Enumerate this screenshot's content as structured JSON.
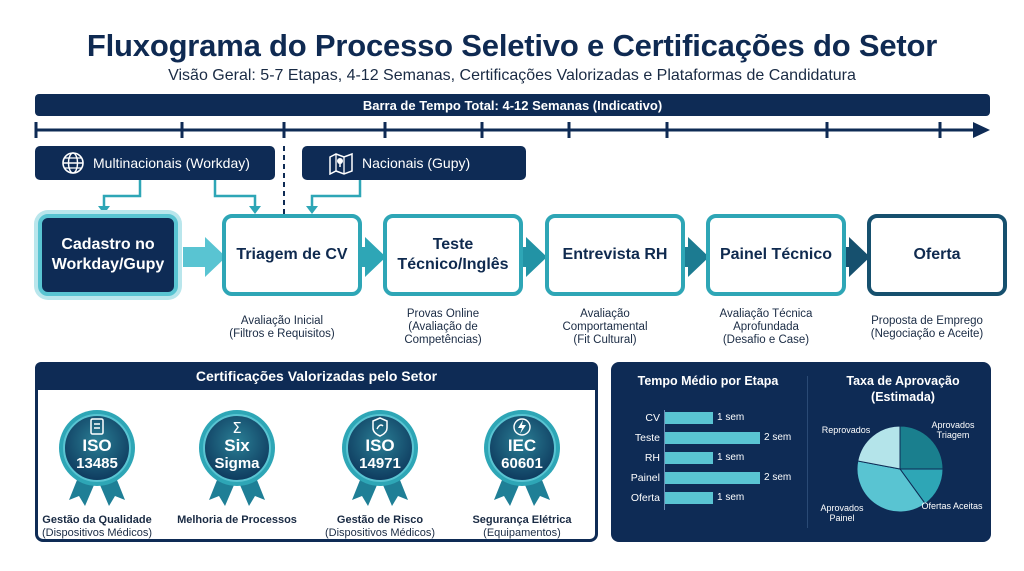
{
  "header": {
    "title": "Fluxograma do Processo Seletivo e Certificações do Setor",
    "subtitle": "Visão Geral: 5-7 Etapas, 4-12 Semanas, Certificações Valorizadas e Plataformas de Candidatura"
  },
  "timeline": {
    "label": "Barra de Tempo Total: 4-12 Semanas (Indicativo)"
  },
  "platforms": [
    {
      "label": "Multinacionais (Workday)",
      "icon": "globe-icon"
    },
    {
      "label": "Nacionais (Gupy)",
      "icon": "map-icon"
    }
  ],
  "steps": [
    {
      "title": "Cadastro no Workday/Gupy",
      "desc": []
    },
    {
      "title": "Triagem de CV",
      "desc": [
        "Avaliação Inicial",
        "(Filtros e Requisitos)"
      ]
    },
    {
      "title": "Teste Técnico/Inglês",
      "desc": [
        "Provas Online",
        "(Avaliação de",
        "Competências)"
      ]
    },
    {
      "title": "Entrevista RH",
      "desc": [
        "Avaliação",
        "Comportamental",
        "(Fit Cultural)"
      ]
    },
    {
      "title": "Painel Técnico",
      "desc": [
        "Avaliação Técnica",
        "Aprofundada",
        "(Desafio e Case)"
      ]
    },
    {
      "title": "Oferta",
      "desc": [
        "Proposta de Emprego",
        "(Negociação e Aceite)"
      ]
    }
  ],
  "certifications": {
    "header": "Certificações Valorizadas pelo Setor",
    "items": [
      {
        "line1": "ISO",
        "line2": "13485",
        "icon": "clipboard-icon",
        "label": "Gestão da Qualidade",
        "sub": "(Dispositivos Médicos)"
      },
      {
        "line1": "Six",
        "line2": "Sigma",
        "icon": "sigma-icon",
        "label": "Melhoria de Processos",
        "sub": ""
      },
      {
        "line1": "ISO",
        "line2": "14971",
        "icon": "shield-leaf-icon",
        "label": "Gestão de Risco",
        "sub": "(Dispositivos Médicos)"
      },
      {
        "line1": "IEC",
        "line2": "60601",
        "icon": "lightning-icon",
        "label": "Segurança Elétrica",
        "sub": "(Equipamentos)"
      }
    ]
  },
  "colors": {
    "navy": "#0e2b55",
    "teal": "#2ea6b6",
    "light_teal": "#59c4d2"
  },
  "chart_data": [
    {
      "type": "bar",
      "title": "Tempo Médio por Etapa",
      "orientation": "horizontal",
      "categories": [
        "CV",
        "Teste",
        "RH",
        "Painel",
        "Oferta"
      ],
      "values": [
        1,
        2,
        1,
        2,
        1
      ],
      "value_labels": [
        "1 sem",
        "2 sem",
        "1 sem",
        "2 sem",
        "1 sem"
      ],
      "unit": "sem"
    },
    {
      "type": "pie",
      "title_lines": [
        "Taxa de Aprovação",
        "(Estimada)"
      ],
      "slices": [
        {
          "label": "Aprovados Triagem",
          "value": 25,
          "color": "#1a7f8e"
        },
        {
          "label": "Ofertas Aceitas",
          "value": 15,
          "color": "#2ea6b6"
        },
        {
          "label": "Aprovados Painel",
          "value": 38,
          "color": "#59c4d2"
        },
        {
          "label": "Reprovados",
          "value": 22,
          "color": "#b4e4ea"
        }
      ]
    }
  ]
}
